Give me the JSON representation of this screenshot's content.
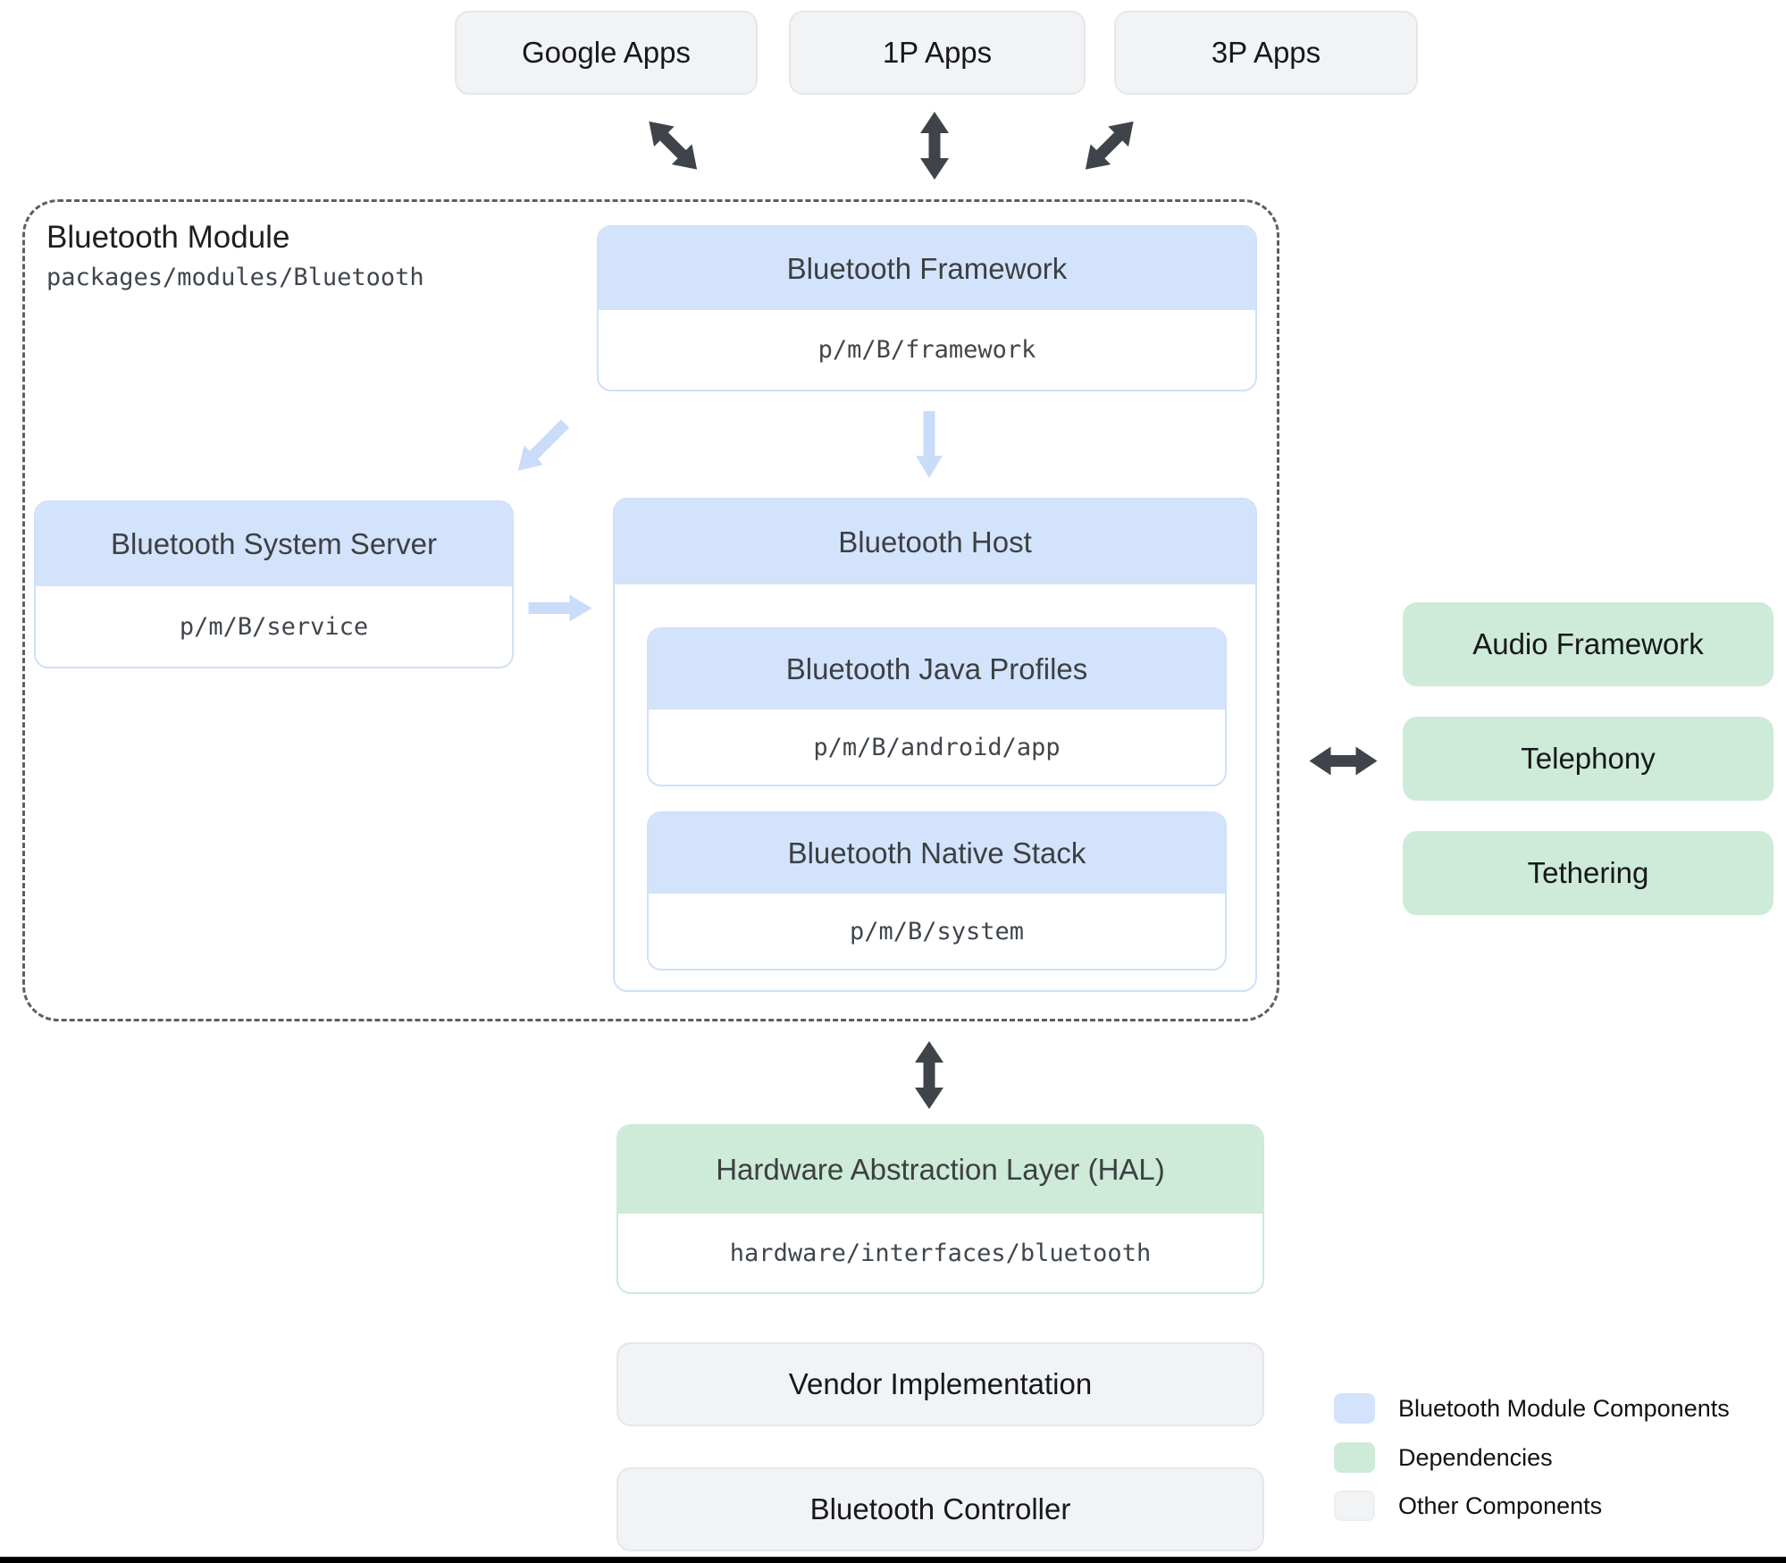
{
  "app_boxes": [
    {
      "label": "Google Apps"
    },
    {
      "label": "1P Apps"
    },
    {
      "label": "3P Apps"
    }
  ],
  "module": {
    "title": "Bluetooth Module",
    "path": "packages/modules/Bluetooth",
    "framework": {
      "title": "Bluetooth Framework",
      "path": "p/m/B/framework"
    },
    "system_server": {
      "title": "Bluetooth System Server",
      "path": "p/m/B/service"
    },
    "host": {
      "title": "Bluetooth Host",
      "java_profiles": {
        "title": "Bluetooth Java Profiles",
        "path": "p/m/B/android/app"
      },
      "native_stack": {
        "title": "Bluetooth Native Stack",
        "path": "p/m/B/system"
      }
    }
  },
  "dependencies": [
    {
      "label": "Audio Framework"
    },
    {
      "label": "Telephony"
    },
    {
      "label": "Tethering"
    }
  ],
  "hal": {
    "title": "Hardware Abstraction Layer (HAL)",
    "path": "hardware/interfaces/bluetooth"
  },
  "other_components": [
    {
      "label": "Vendor Implementation"
    },
    {
      "label": "Bluetooth Controller"
    }
  ],
  "legend": [
    {
      "label": "Bluetooth Module Components",
      "color": "#d3e3fc"
    },
    {
      "label": "Dependencies",
      "color": "#ceead8"
    },
    {
      "label": "Other Components",
      "color": "#f2f3f5"
    }
  ],
  "colors": {
    "module_component": "#d3e3fc",
    "dependency": "#ceead8",
    "other_component": "#f2f3f5",
    "dark_arrow": "#3f444a",
    "light_arrow": "#c9dcf9"
  }
}
